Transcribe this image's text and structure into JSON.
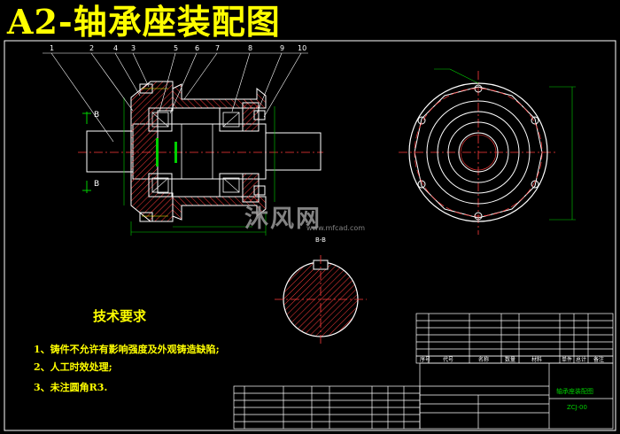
{
  "title": "A2-轴承座装配图",
  "balloons": [
    "1",
    "2",
    "4",
    "3",
    "5",
    "6",
    "7",
    "8",
    "9",
    "10"
  ],
  "section_labels": {
    "top": "B",
    "bottom": "B"
  },
  "section_view_label": "B-B",
  "tech_req": {
    "title": "技术要求",
    "items": [
      "1、铸件不允许有影响强度及外观铸造缺陷;",
      "2、人工时效处理;",
      "3、未注圆角R3."
    ]
  },
  "watermark": {
    "text": "沐风网",
    "url": "www.mfcad.com"
  },
  "title_block": {
    "drawing_name": "轴承座装配图",
    "drawing_no": "ZCJ-00",
    "headers": [
      "序号",
      "代号",
      "名称",
      "数量",
      "材料",
      "单件",
      "总计",
      "备注"
    ]
  }
}
